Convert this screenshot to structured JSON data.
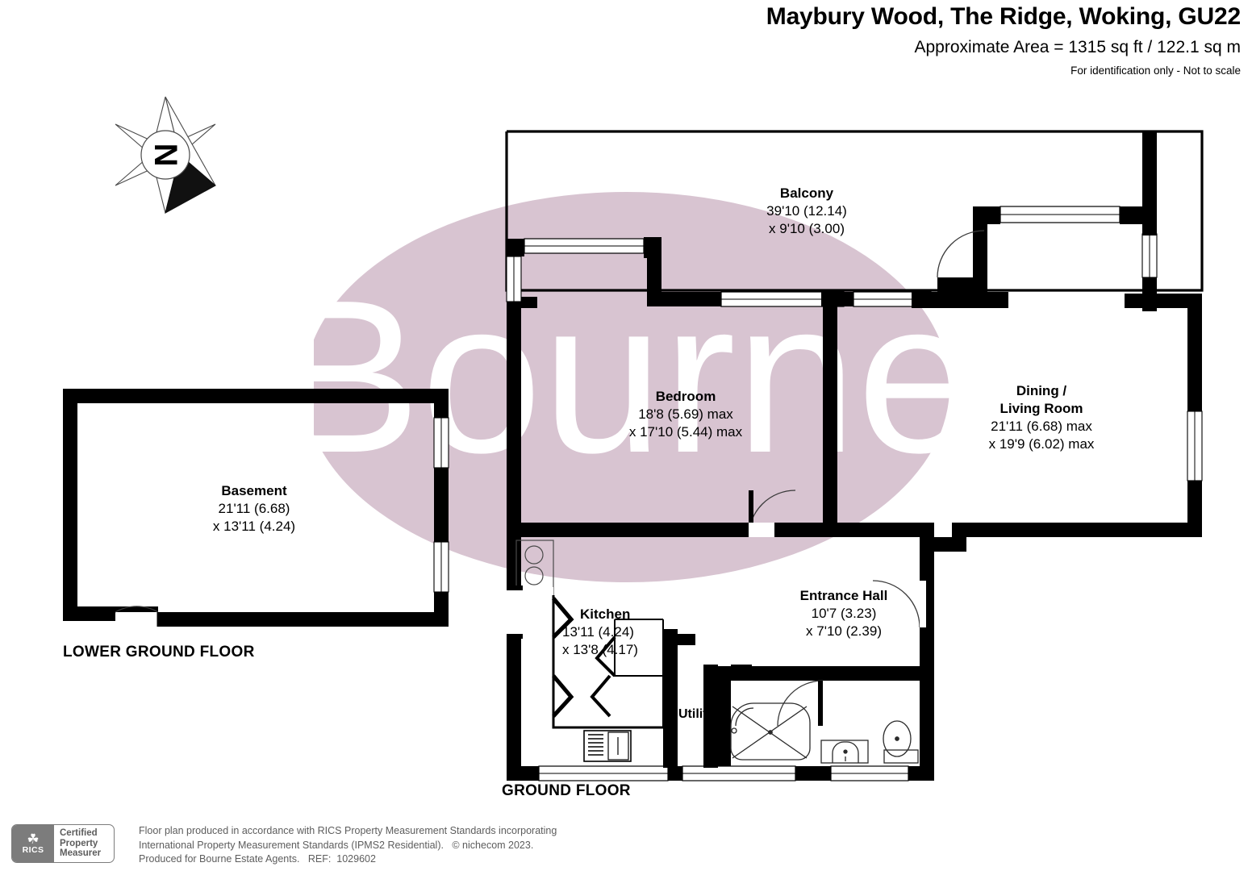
{
  "header": {
    "title": "Maybury Wood, The Ridge, Woking, GU22",
    "area": "Approximate Area = 1315 sq ft / 122.1 sq m",
    "identification": "For identification only - Not to scale"
  },
  "compass": {
    "label": "N",
    "icon": "compass-rose-north-icon"
  },
  "watermark": {
    "text": "Bourne",
    "ellipse_color": "#d8c4d1",
    "text_color": "#ffffff"
  },
  "floors": [
    {
      "key": "lower_ground",
      "label": "LOWER GROUND FLOOR"
    },
    {
      "key": "ground",
      "label": "GROUND FLOOR"
    }
  ],
  "rooms": [
    {
      "key": "balcony",
      "name": "Balcony",
      "dim1": "39'10 (12.14)",
      "dim2": "x 9'10 (3.00)"
    },
    {
      "key": "bedroom",
      "name": "Bedroom",
      "dim1": "18'8 (5.69) max",
      "dim2": "x 17'10 (5.44) max"
    },
    {
      "key": "dining",
      "name": "Dining /",
      "name2": "Living Room",
      "dim1": "21'11 (6.68) max",
      "dim2": "x 19'9 (6.02) max"
    },
    {
      "key": "basement",
      "name": "Basement",
      "dim1": "21'11 (6.68)",
      "dim2": "x 13'11 (4.24)"
    },
    {
      "key": "kitchen",
      "name": "Kitchen",
      "dim1": "13'11 (4.24)",
      "dim2": "x 13'8 (4.17)"
    },
    {
      "key": "entrance",
      "name": "Entrance Hall",
      "dim1": "10'7 (3.23)",
      "dim2": "x 7'10 (2.39)"
    },
    {
      "key": "utility",
      "name": "Utility",
      "dim1": "",
      "dim2": ""
    }
  ],
  "footer": {
    "logo": {
      "brand": "RICS",
      "line1": "Certified",
      "line2": "Property",
      "line3": "Measurer"
    },
    "disclaimer_line1": "Floor plan produced in accordance with RICS Property Measurement Standards incorporating",
    "disclaimer_line2": "International Property Measurement Standards (IPMS2 Residential).   © nichecom 2023.",
    "disclaimer_line3": "Produced for Bourne Estate Agents.   REF:  1029602"
  },
  "colors": {
    "wall": "#000000",
    "background": "#ffffff",
    "watermark": "#d8c4d1",
    "footer_text": "#5d5d5d"
  }
}
